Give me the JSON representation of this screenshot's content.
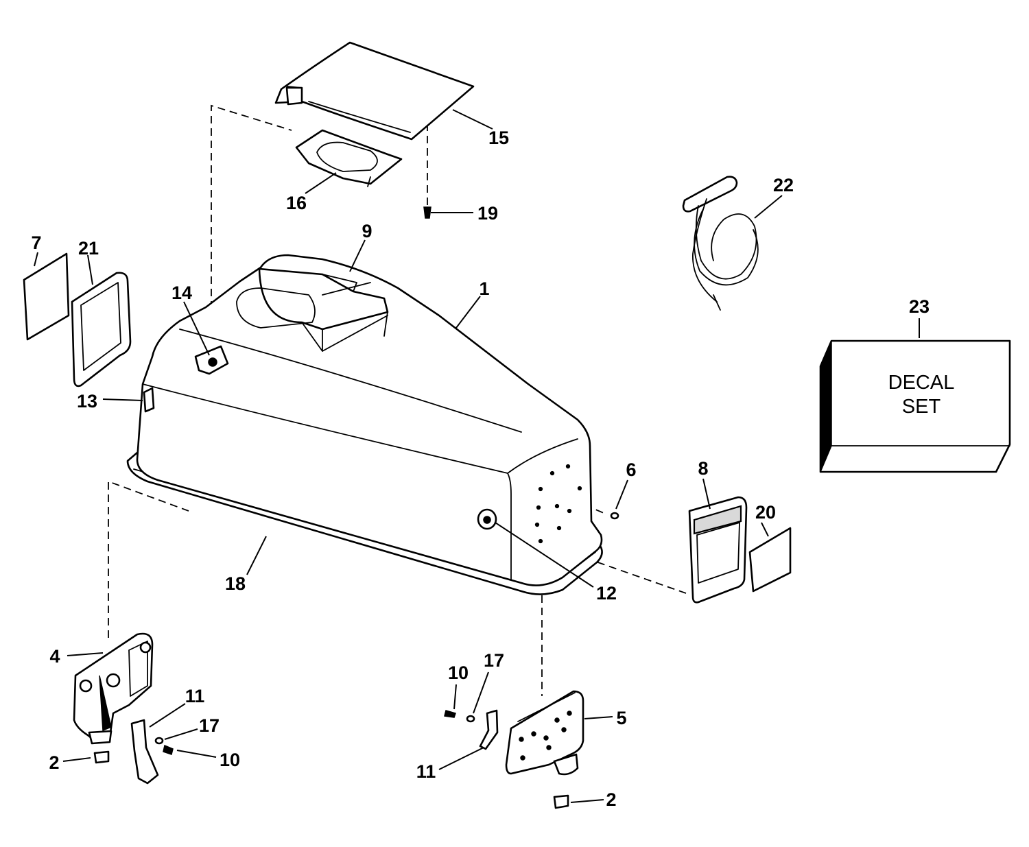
{
  "decal_box": {
    "line1": "DECAL",
    "line2": "SET"
  },
  "callouts": [
    {
      "id": "1",
      "label": "1"
    },
    {
      "id": "2a",
      "label": "2"
    },
    {
      "id": "2b",
      "label": "2"
    },
    {
      "id": "4",
      "label": "4"
    },
    {
      "id": "5",
      "label": "5"
    },
    {
      "id": "6",
      "label": "6"
    },
    {
      "id": "7",
      "label": "7"
    },
    {
      "id": "8",
      "label": "8"
    },
    {
      "id": "9",
      "label": "9"
    },
    {
      "id": "10a",
      "label": "10"
    },
    {
      "id": "10b",
      "label": "10"
    },
    {
      "id": "11a",
      "label": "11"
    },
    {
      "id": "11b",
      "label": "11"
    },
    {
      "id": "12",
      "label": "12"
    },
    {
      "id": "13",
      "label": "13"
    },
    {
      "id": "14",
      "label": "14"
    },
    {
      "id": "15",
      "label": "15"
    },
    {
      "id": "16",
      "label": "16"
    },
    {
      "id": "17a",
      "label": "17"
    },
    {
      "id": "17b",
      "label": "17"
    },
    {
      "id": "18",
      "label": "18"
    },
    {
      "id": "19",
      "label": "19"
    },
    {
      "id": "20",
      "label": "20"
    },
    {
      "id": "21",
      "label": "21"
    },
    {
      "id": "22",
      "label": "22"
    },
    {
      "id": "23",
      "label": "23"
    }
  ]
}
